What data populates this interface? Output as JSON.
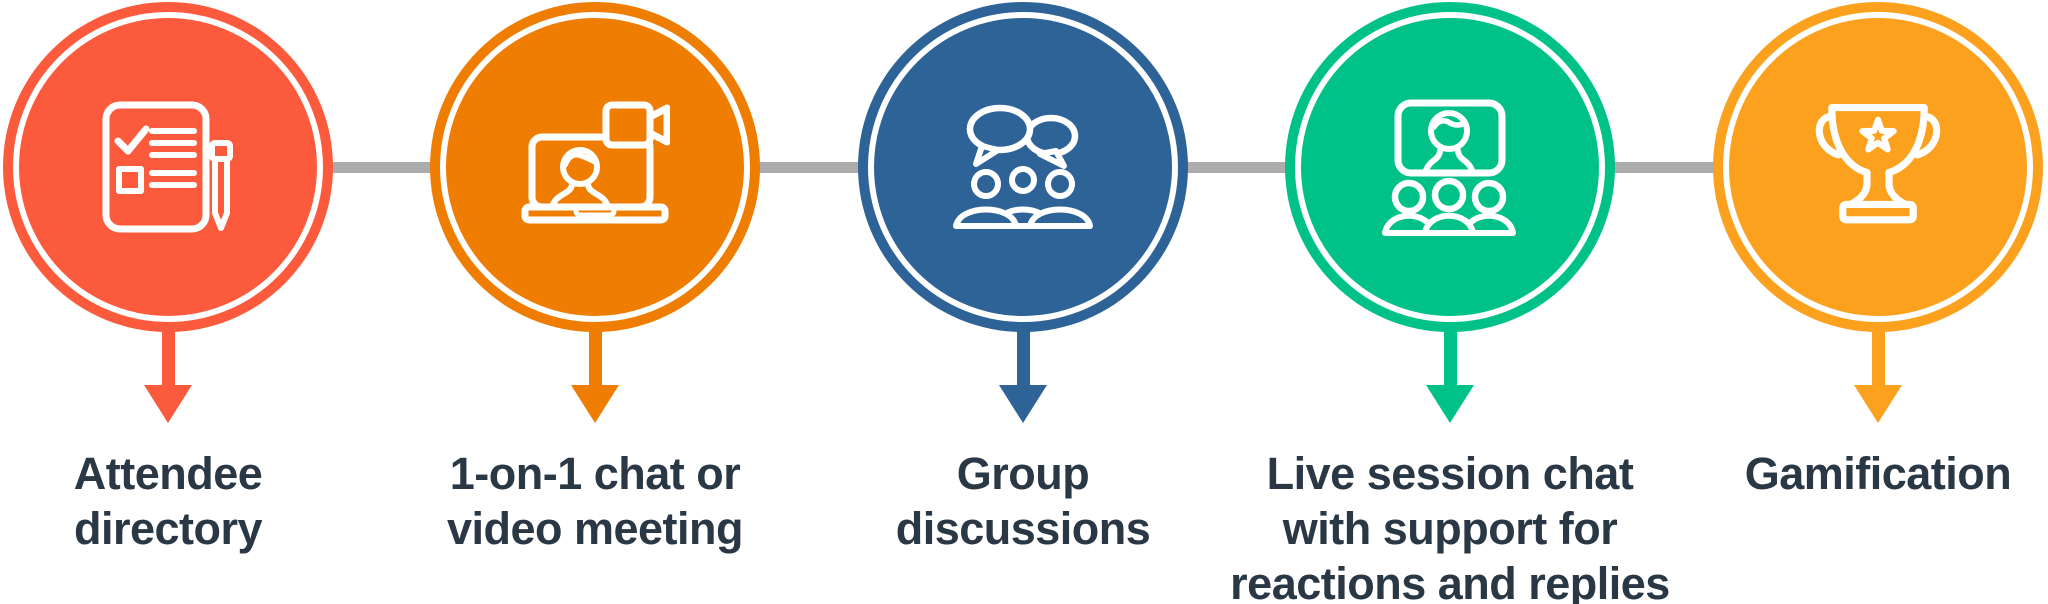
{
  "diagram": {
    "background": "#ffffff",
    "connector_color": "#ACACAC",
    "text_color": "#2A3744",
    "icon_stroke_color": "#FFFFFF",
    "items": [
      {
        "label": "Attendee\ndirectory",
        "color": "#FB5B3C",
        "icon": "checklist-pencil-icon"
      },
      {
        "label": "1-on-1 chat or\nvideo meeting",
        "color": "#EE7D01",
        "icon": "laptop-video-chat-icon"
      },
      {
        "label": "Group\ndiscussions",
        "color": "#2D6397",
        "icon": "group-speech-bubbles-icon"
      },
      {
        "label": "Live session chat\nwith support for\nreactions and replies",
        "color": "#00C288",
        "icon": "presenter-audience-icon"
      },
      {
        "label": "Gamification",
        "color": "#FCA11E",
        "icon": "trophy-star-icon"
      }
    ]
  }
}
